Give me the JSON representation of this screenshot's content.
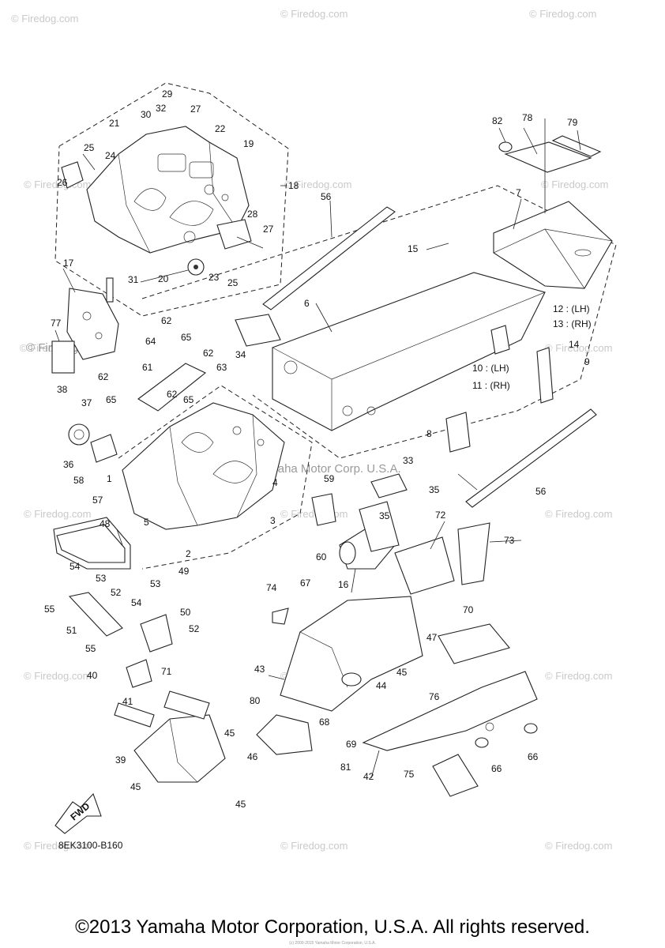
{
  "watermark": {
    "text": "© Firedog.com",
    "center_text": "Yamaha Motor Corp. U.S.A."
  },
  "callouts": [
    "1",
    "2",
    "3",
    "4",
    "5",
    "6",
    "7",
    "8",
    "9",
    "10",
    "11",
    "12",
    "13",
    "14",
    "15",
    "16",
    "17",
    "18",
    "19",
    "20",
    "21",
    "22",
    "23",
    "24",
    "25",
    "26",
    "27",
    "28",
    "29",
    "30",
    "31",
    "32",
    "33",
    "34",
    "35",
    "36",
    "37",
    "38",
    "39",
    "40",
    "41",
    "42",
    "43",
    "44",
    "45",
    "46",
    "47",
    "48",
    "49",
    "50",
    "51",
    "52",
    "53",
    "54",
    "55",
    "56",
    "57",
    "58",
    "59",
    "60",
    "61",
    "62",
    "63",
    "64",
    "65",
    "66",
    "67",
    "68",
    "69",
    "70",
    "71",
    "72",
    "73",
    "74",
    "75",
    "76",
    "77",
    "78",
    "79",
    "80",
    "81",
    "82"
  ],
  "side_labels": {
    "lh_12": "12 : (LH)",
    "rh_13": "13 : (RH)",
    "lh_10": "10 : (LH)",
    "rh_11": "11 : (RH)"
  },
  "fwd_label": "FWD",
  "drawing_code": "8EK3100-B160",
  "copyright": "©2013 Yamaha Motor Corporation, U.S.A. All rights reserved.",
  "fine_print": "(c) 2000-2015 Yamaha Motor Corporation, U.S.A."
}
